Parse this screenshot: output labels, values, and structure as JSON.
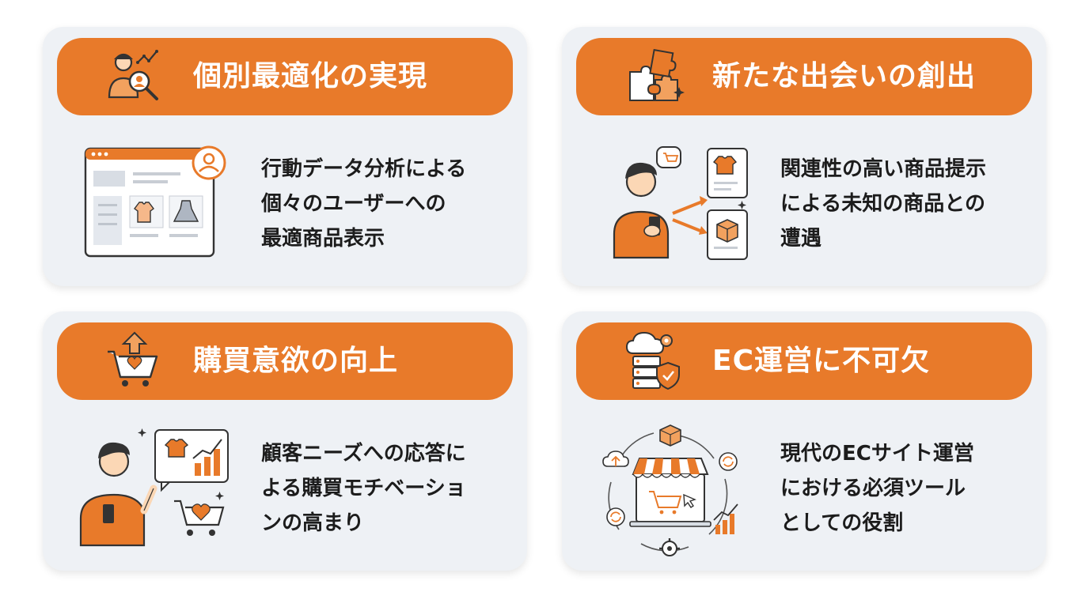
{
  "colors": {
    "accent": "#e87a2a",
    "card_background": "#eef1f5",
    "header_text": "#ffffff",
    "body_text": "#1c1c1c"
  },
  "cards": [
    {
      "title": "個別最適化の実現",
      "header_icon": "analytics-person-icon",
      "illustration": "personalized-storefront-icon",
      "description_lines": [
        "行動データ分析による",
        "個々のユーザーへの",
        "最適商品表示"
      ]
    },
    {
      "title": "新たな出会いの創出",
      "header_icon": "puzzle-pieces-icon",
      "illustration": "person-recommendation-icon",
      "description_lines": [
        "関連性の高い商品提示",
        "による未知の商品との",
        "遭遇"
      ]
    },
    {
      "title": "購買意欲の向上",
      "header_icon": "cart-heart-arrow-icon",
      "illustration": "motivated-shopper-icon",
      "description_lines": [
        "顧客ニーズへの応答に",
        "よる購買モチベーショ",
        "ンの高まり"
      ]
    },
    {
      "title": "EC運営に不可欠",
      "header_icon": "server-cloud-shield-icon",
      "illustration": "ecommerce-cycle-icon",
      "description_lines": [
        "現代のECサイト運営",
        "における必須ツール",
        "としての役割"
      ]
    }
  ]
}
